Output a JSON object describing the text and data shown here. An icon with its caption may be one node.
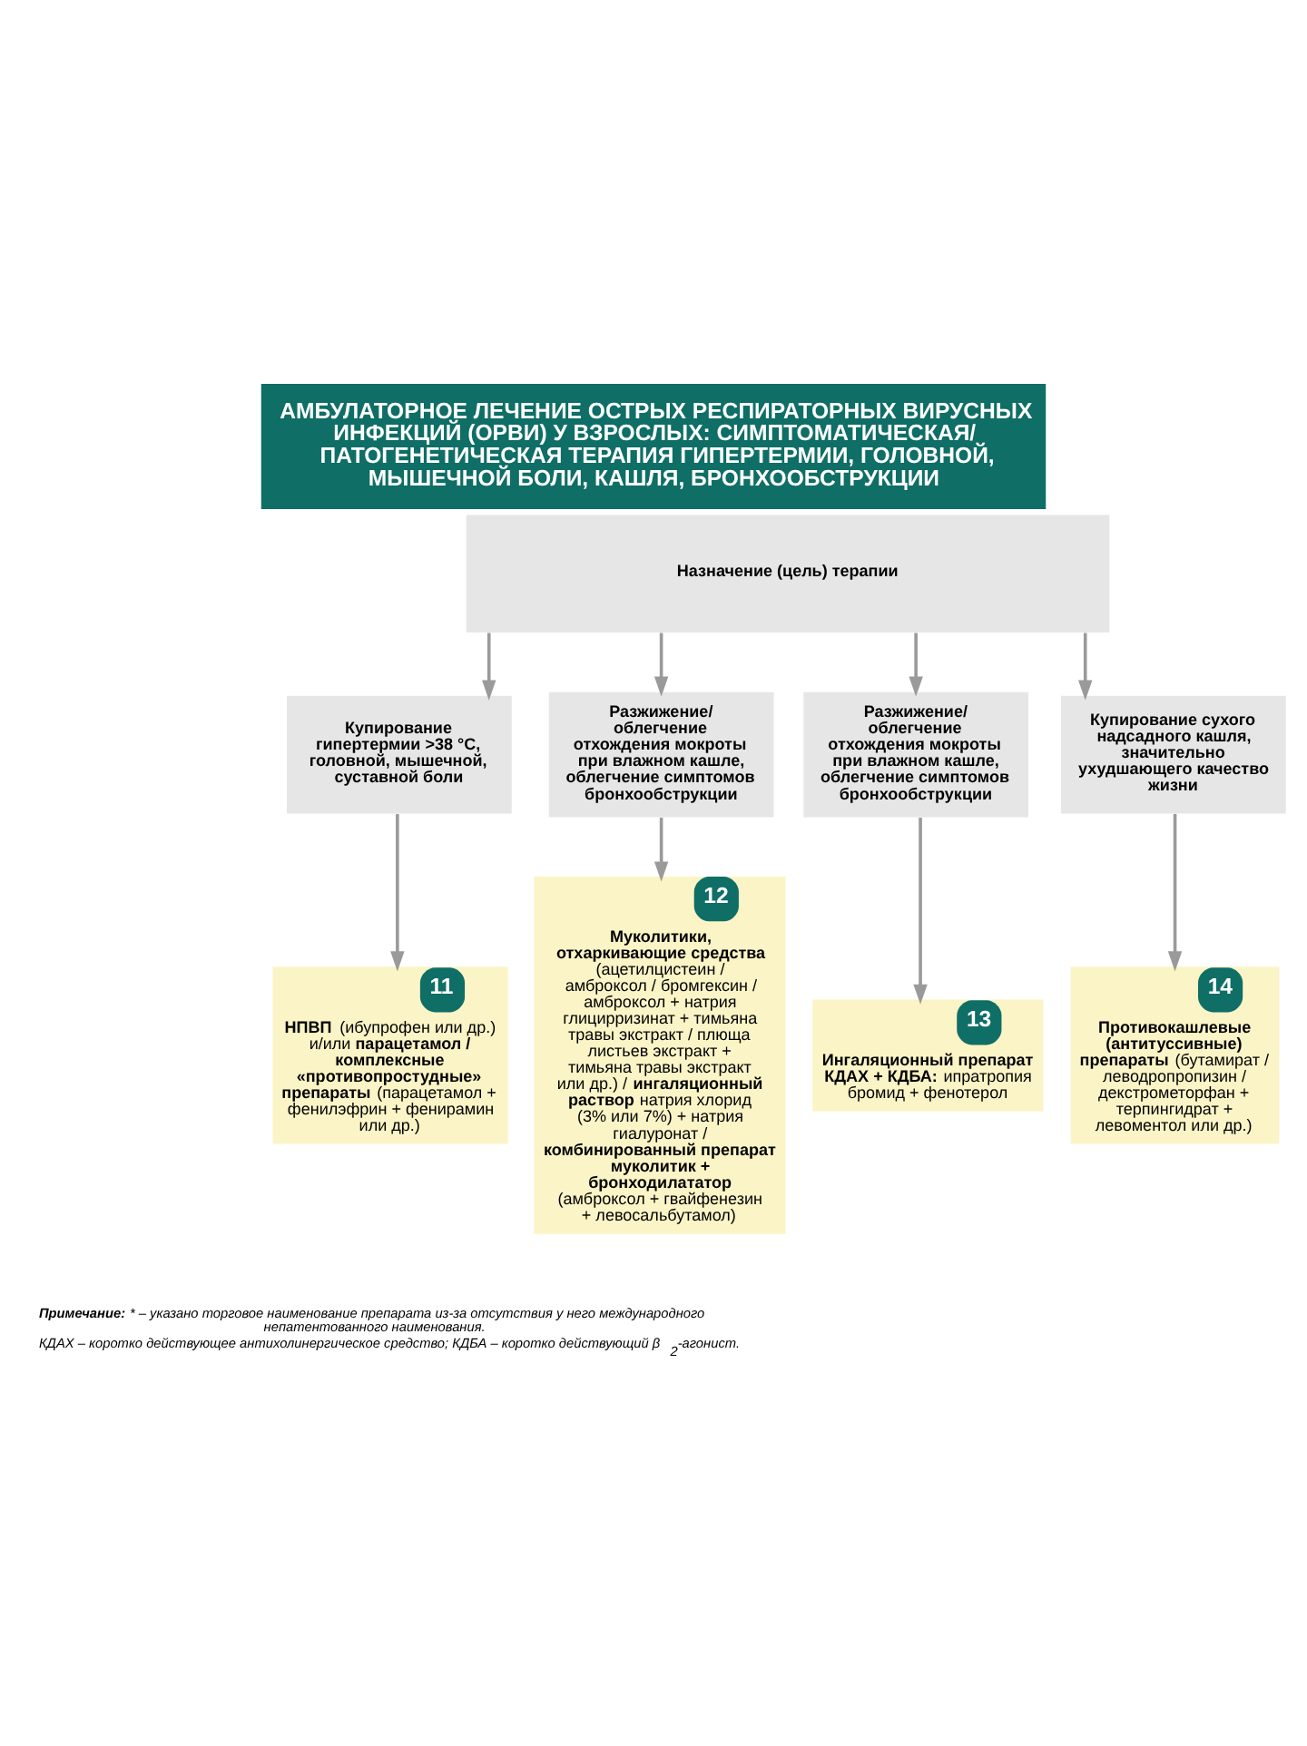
{
  "diagram": {
    "title": "АМБУЛАТОРНОЕ ЛЕЧЕНИЕ ОСТРЫХ РЕСПИРАТОРНЫХ ВИРУСНЫХ ИНФЕКЦИЙ (ОРВИ) У ВЗРОСЛЫХ: СИМПТОМАТИЧЕСКАЯ/ ПАТОГЕНЕТИЧЕСКАЯ ТЕРАПИЯ ГИПЕРТЕРМИИ, ГОЛОВНОЙ, МЫШЕЧНОЙ БОЛИ, КАШЛЯ, БРОНХООБСТРУКЦИИ",
    "nodes": [
      {
        "text": [
          "Назначение (цель) терапии"
        ]
      },
      {
        "text": [
          "Купирование гипертермии >38 °C, головной, мышечной, суставной боли"
        ]
      },
      {
        "text": [
          "Разжижение/ облегчение отхождения мокроты при влажном кашле, облегчение симптомов бронхообструкции"
        ]
      },
      {
        "text": [
          "Разжижение/ облегчение отхождения мокроты при влажном кашле, облегчение симптомов бронхообструкции"
        ]
      },
      {
        "text": [
          "Купирование сухого надсадного кашля, значительно ухудшающего качество жизни"
        ]
      },
      {
        "text": [
          "11",
          "**НПВП** (ибупрофен или др.) и/или **парацетамол / комплексные «противопростудные» препараты** (парацетамол + фенилэфрин + фенирамин или др.)"
        ]
      },
      {
        "text": [
          "12",
          "**Муколитики, отхаркивающие средства** (ацетилцистеин / амброксол / бромгексин / амброксол + натрия глицирризинат + тимьяна травы экстракт / плюща листьев экстракт + тимьяна травы экстракт или др.) / **ингаляционный раствор** натрия хлорид (3% или 7%) + натрия гиалуронат / **комбинированный препарат муколитик + бронходилататор** (амброксол + гвайфенезин + левосальбутамол)"
        ]
      },
      {
        "text": [
          "13",
          "**Ингаляционный препарат КДАХ + КДБА:** ипратропия бромид + фенотерол"
        ]
      },
      {
        "text": [
          "14",
          "**Противокашлевые (антитуссивные) препараты** (бутамират / леводропропизин / декстрометорфан + терпингидрат + левоментол или др.)"
        ]
      }
    ],
    "edges": [
      {
        "from": 0,
        "to": 1,
        "arrow": "to"
      },
      {
        "from": 0,
        "to": 2,
        "arrow": "to"
      },
      {
        "from": 0,
        "to": 3,
        "arrow": "to"
      },
      {
        "from": 0,
        "to": 4,
        "arrow": "to"
      },
      {
        "from": 1,
        "to": 5,
        "arrow": "to"
      },
      {
        "from": 2,
        "to": 6,
        "arrow": "to"
      },
      {
        "from": 3,
        "to": 7,
        "arrow": "to"
      },
      {
        "from": 4,
        "to": 8,
        "arrow": "to"
      }
    ],
    "labels": [
      "**Примечание:** * – указано торговое наименование препарата из-за отсутствия у него международного непатентованного наименования.",
      "КДАХ – коротко действующее антихолинергическое средство; КДБА – коротко действующий β$_{2}$-агонист."
    ]
  }
}
